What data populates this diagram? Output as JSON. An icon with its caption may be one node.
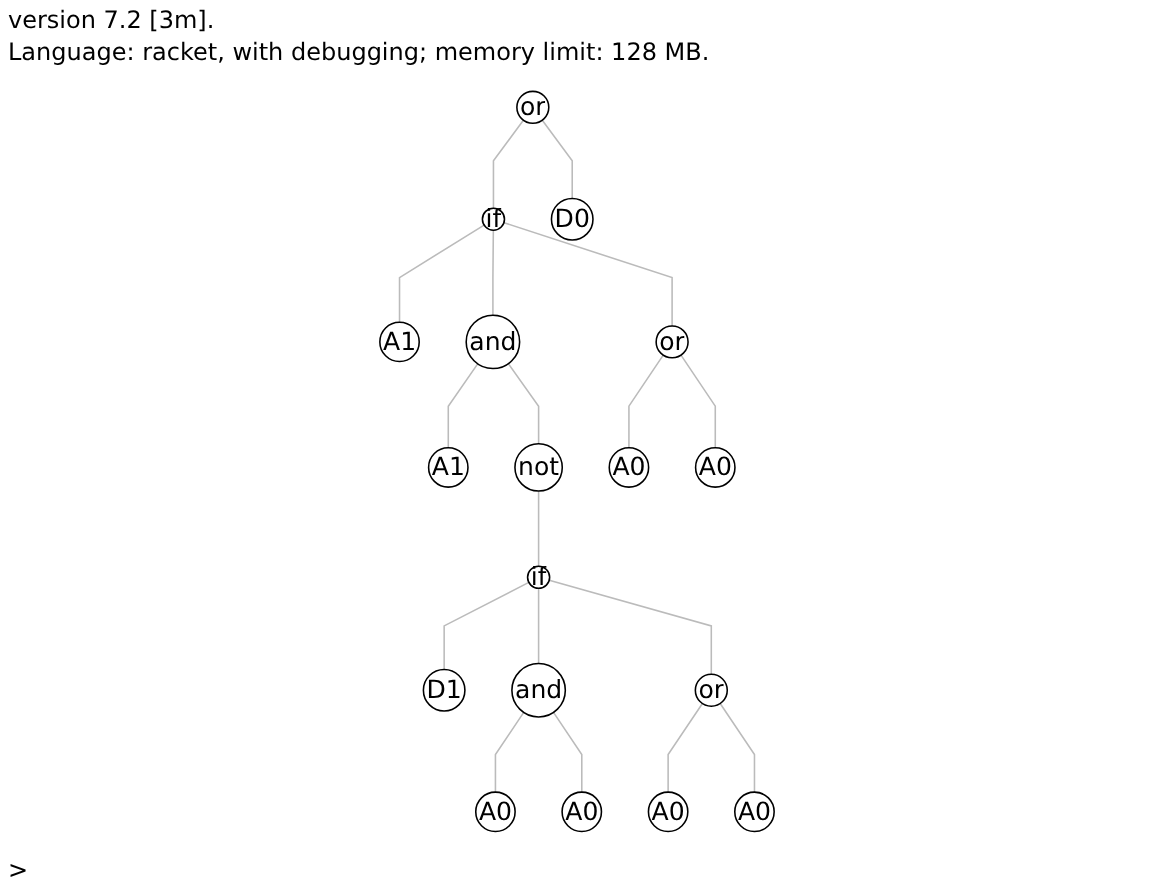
{
  "diagram": {
    "nodes": [
      {
        "text": [
          "or"
        ]
      },
      {
        "text": [
          "if"
        ]
      },
      {
        "text": [
          "D0"
        ]
      },
      {
        "text": [
          "A1"
        ]
      },
      {
        "text": [
          "and"
        ]
      },
      {
        "text": [
          "or"
        ]
      },
      {
        "text": [
          "A1"
        ]
      },
      {
        "text": [
          "not"
        ]
      },
      {
        "text": [
          "A0"
        ]
      },
      {
        "text": [
          "A0"
        ]
      },
      {
        "text": [
          "if"
        ]
      },
      {
        "text": [
          "D1"
        ]
      },
      {
        "text": [
          "and"
        ]
      },
      {
        "text": [
          "or"
        ]
      },
      {
        "text": [
          "A0"
        ]
      },
      {
        "text": [
          "A0"
        ]
      },
      {
        "text": [
          "A0"
        ]
      },
      {
        "text": [
          "A0"
        ]
      }
    ],
    "edges": [
      {
        "from": 0,
        "to": 1,
        "arrow": "none"
      },
      {
        "from": 0,
        "to": 2,
        "arrow": "none"
      },
      {
        "from": 1,
        "to": 3,
        "arrow": "none"
      },
      {
        "from": 1,
        "to": 4,
        "arrow": "none"
      },
      {
        "from": 1,
        "to": 5,
        "arrow": "none"
      },
      {
        "from": 4,
        "to": 6,
        "arrow": "none"
      },
      {
        "from": 4,
        "to": 7,
        "arrow": "none"
      },
      {
        "from": 5,
        "to": 8,
        "arrow": "none"
      },
      {
        "from": 5,
        "to": 9,
        "arrow": "none"
      },
      {
        "from": 7,
        "to": 10,
        "arrow": "none"
      },
      {
        "from": 10,
        "to": 11,
        "arrow": "none"
      },
      {
        "from": 10,
        "to": 12,
        "arrow": "none"
      },
      {
        "from": 10,
        "to": 13,
        "arrow": "none"
      },
      {
        "from": 12,
        "to": 14,
        "arrow": "none"
      },
      {
        "from": 12,
        "to": 15,
        "arrow": "none"
      },
      {
        "from": 13,
        "to": 16,
        "arrow": "none"
      },
      {
        "from": 13,
        "to": 17,
        "arrow": "none"
      }
    ],
    "labels": [
      "version 7.2 [3m].",
      "Language: racket, with debugging; memory limit: 128 MB.",
      ">"
    ]
  }
}
